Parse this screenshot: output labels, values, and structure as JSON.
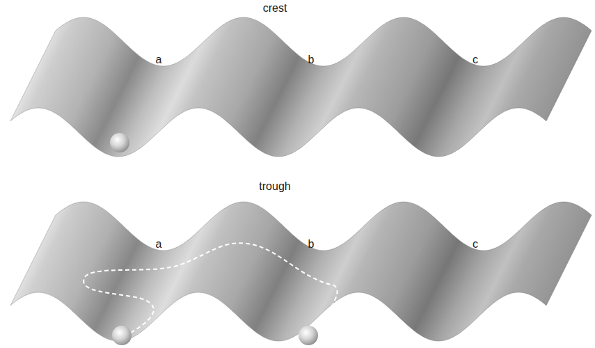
{
  "diagram": {
    "labels": [
      "crest",
      "a",
      "b",
      "c",
      "trough",
      "a",
      "b",
      "c"
    ]
  }
}
